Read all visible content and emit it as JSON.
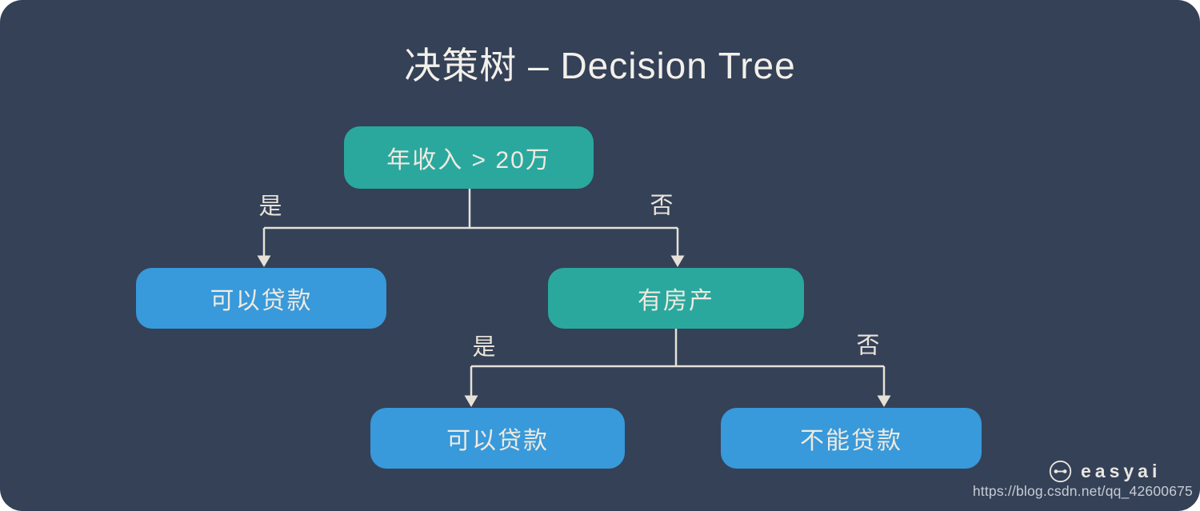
{
  "title": "决策树 – Decision Tree",
  "colors": {
    "background": "#344157",
    "node_teal": "#2aa89e",
    "node_blue": "#3899db",
    "connector": "#e6e1d8",
    "node_text": "#efeae0",
    "title_text": "#f3f0ea",
    "label_text": "#e9e4da",
    "watermark_text": "#c7ccd4",
    "brand_text": "#e8e6e0"
  },
  "tree": {
    "root": {
      "label": "年收入 > 20万"
    },
    "branches": [
      {
        "label": "是",
        "node": {
          "label": "可以贷款"
        }
      },
      {
        "label": "否",
        "node": {
          "label": "有房产"
        },
        "branches": [
          {
            "label": "是",
            "node": {
              "label": "可以贷款"
            }
          },
          {
            "label": "否",
            "node": {
              "label": "不能贷款"
            }
          }
        ]
      }
    ]
  },
  "watermark": {
    "brand": "easyai",
    "url": "https://blog.csdn.net/qq_42600675"
  }
}
